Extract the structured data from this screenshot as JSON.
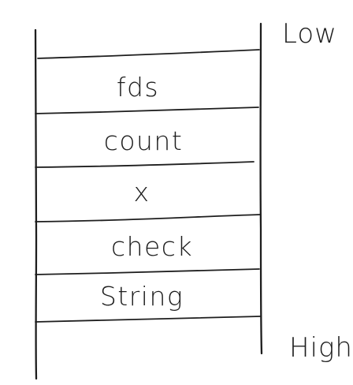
{
  "stack": {
    "top_label": "Low",
    "bottom_label": "High",
    "cells": [
      {
        "label": "fds"
      },
      {
        "label": "count"
      },
      {
        "label": "x"
      },
      {
        "label": "check"
      },
      {
        "label": "String"
      }
    ]
  }
}
